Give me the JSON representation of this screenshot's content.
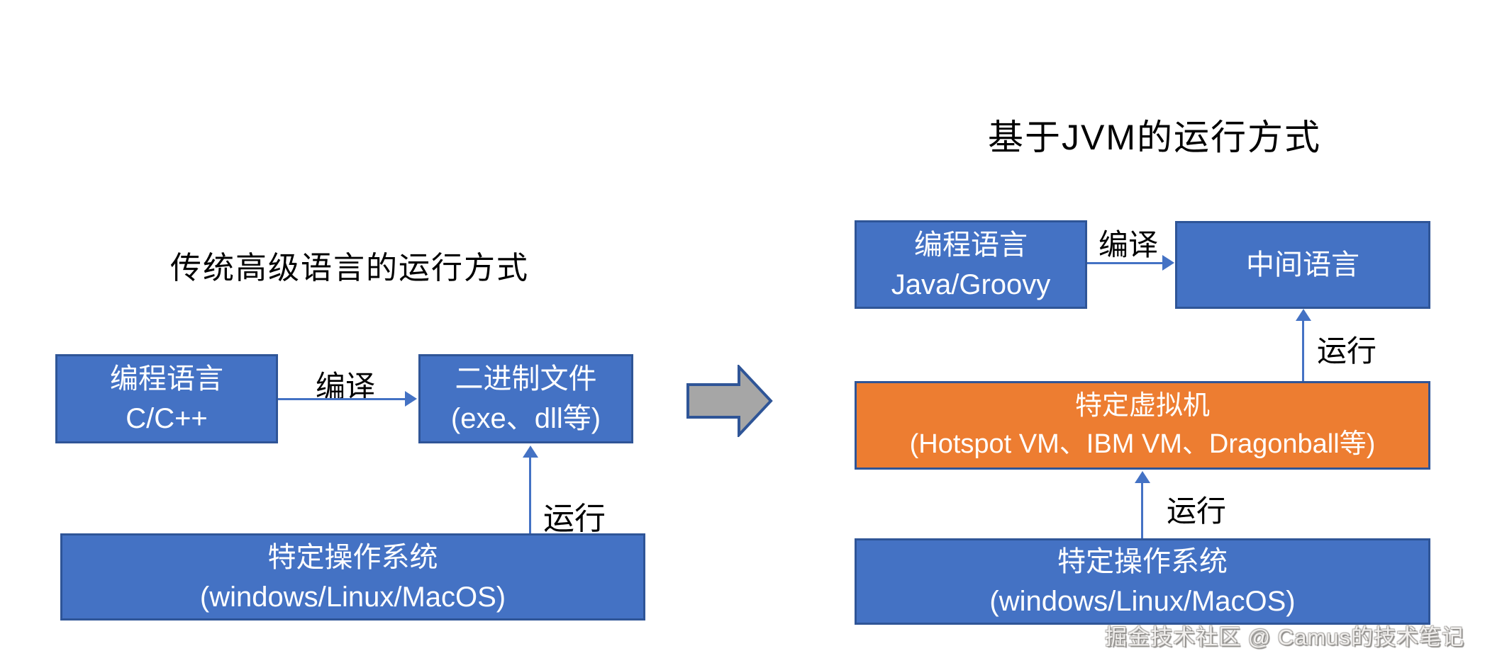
{
  "left_panel": {
    "title": "传统高级语言的运行方式",
    "lang_box": {
      "line1": "编程语言",
      "line2": "C/C++"
    },
    "binary_box": {
      "line1": "二进制文件",
      "line2": "(exe、dll等)"
    },
    "os_box": {
      "line1": "特定操作系统",
      "line2": "(windows/Linux/MacOS)"
    },
    "compile_label": "编译",
    "run_label": "运行"
  },
  "right_panel": {
    "title": "基于JVM的运行方式",
    "lang_box": {
      "line1": "编程语言",
      "line2": "Java/Groovy"
    },
    "intermediate_box": {
      "line1": "中间语言"
    },
    "vm_box": {
      "line1": "特定虚拟机",
      "line2": "(Hotspot VM、IBM VM、Dragonball等)"
    },
    "os_box": {
      "line1": "特定操作系统",
      "line2": "(windows/Linux/MacOS)"
    },
    "compile_label": "编译",
    "run_vm_label": "运行",
    "run_os_label": "运行"
  },
  "watermark": "掘金技术社区 @ Camus的技术笔记",
  "colors": {
    "box_blue": "#4472C4",
    "box_border": "#2F5597",
    "box_orange": "#ED7D31",
    "connector_blue": "#4472C4",
    "block_arrow_gray": "#A6A6A6",
    "title_text": "#000000",
    "box_text": "#FFFFFF"
  }
}
